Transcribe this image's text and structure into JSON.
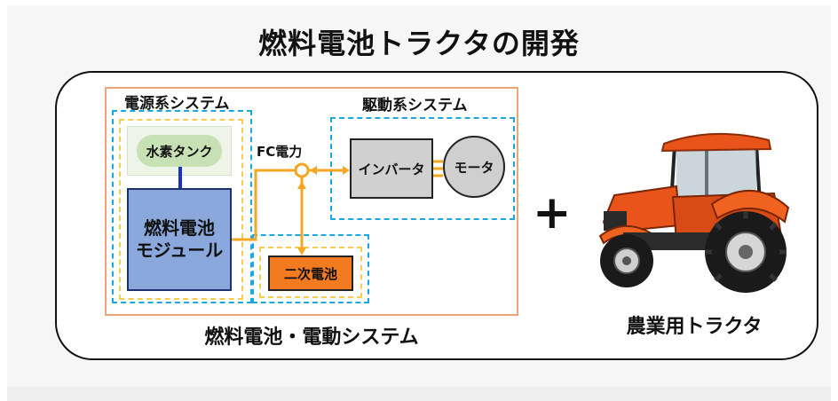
{
  "title": "燃料電池トラクタの開発",
  "fc_system": {
    "power_system_label": "電源系システム",
    "drive_system_label": "駆動系システム",
    "fc_power_label": "FC電力",
    "hydrogen_tank": "水素タンク",
    "fuel_cell_module": "燃料電池\nモジュール",
    "secondary_battery": "二次電池",
    "inverter": "インバータ",
    "motor": "モータ",
    "system_label": "燃料電池・電動システム"
  },
  "plus_sign": "+",
  "tractor": {
    "label": "農業用トラクタ"
  },
  "colors": {
    "fc_module": "#8aa8dc",
    "battery": "#f27a1f",
    "tank": "#c7e0b4",
    "power_flow": "#f5a623",
    "hydrogen_line": "#1a33c4",
    "subsystem_border": "#1aa7e4",
    "component_border": "#f7cc4f",
    "overall_frame": "#f0a27a",
    "tractor_body": "#e8541a"
  }
}
